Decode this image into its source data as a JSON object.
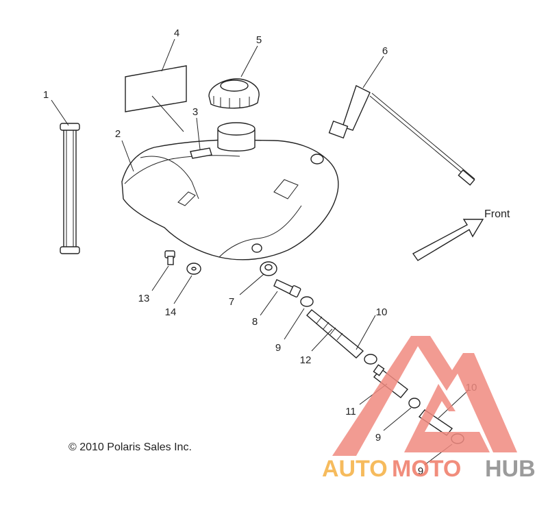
{
  "callouts": {
    "c1": "1",
    "c2": "2",
    "c3": "3",
    "c4": "4",
    "c5": "5",
    "c6": "6",
    "c7": "7",
    "c8": "8",
    "c9a": "9",
    "c9b": "9",
    "c9c": "9",
    "c10a": "10",
    "c10b": "10",
    "c11": "11",
    "c12": "12",
    "c13": "13",
    "c14": "14"
  },
  "front_label": "Front",
  "copyright": "© 2010 Polaris Sales Inc.",
  "watermark": {
    "auto": "AUTO",
    "moto": "MOTO",
    "hub": "HUB",
    "colors": {
      "triangle": "#f08a80",
      "auto": "#f5b041",
      "moto": "#ef7a66",
      "hub": "#8a8a8a"
    }
  }
}
